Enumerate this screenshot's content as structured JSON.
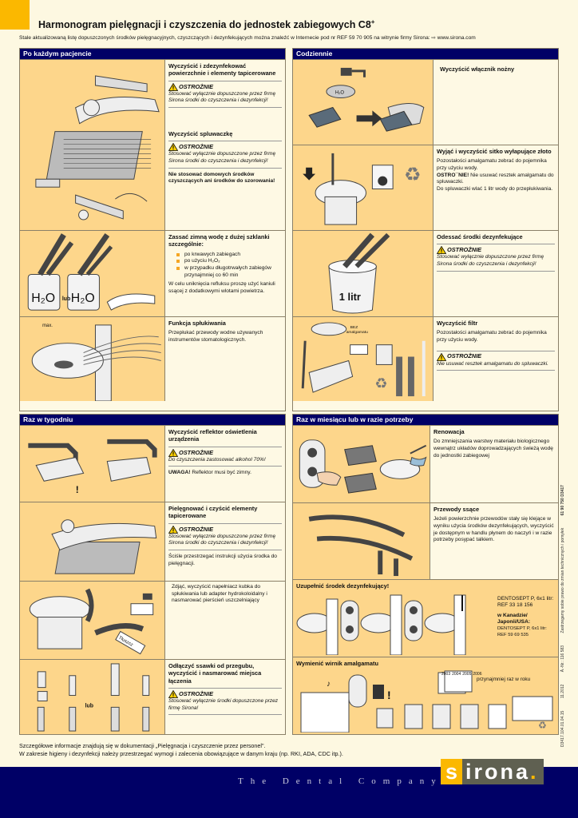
{
  "header": {
    "title": "Harmonogram pielęgnacji i czyszczenia  do jednostek zabiegowych C8",
    "title_sup": "+",
    "subtitle": "Stale aktualizowaną listę dopuszczonych środków pielęgnacyjnych, czyszczących i dezynfekujących można znaleźć w Internecie pod nr REF 59 70 905 na witrynie firmy Sirona: ⇨ www.sirona.com"
  },
  "caution_label": "OSTROŻNIE",
  "sections": {
    "after_patient": {
      "title": "Po każdym pacjencie",
      "items": [
        {
          "heading": "Wyczyścić i zdezynfekować powierzchnie i elementy tapicerowane",
          "caution": "Stosować wyłącznie dopuszczone przez firmę Sirona środki do czyszczenia i dezynfekcji!"
        },
        {
          "heading": "Wyczyścić spluwaczkę",
          "caution": "Stosować wyłącznie dopuszczone przez firmę Sirona środki do czyszczenia i dezynfekcji!",
          "note": "Nie stosować domowych środków czyszczących ani środków do szorowania!"
        },
        {
          "heading": "Zassać zimną wodę z dużej szklanki szczególnie:",
          "bullets": [
            "po krwawych zabiegach",
            "po użyciu H₂O₂",
            "w przypadku długotrwałych zabiegów przynajmniej co 60 min"
          ],
          "text": "W celu uniknięcia refluksu proszę użyć kaniuli ssącej z dodatkowymi wlotami powietrza.",
          "image_labels": {
            "left": "H₂O",
            "or": "lub",
            "right": "H₂O"
          }
        },
        {
          "heading": "Funkcja spłukiwania",
          "text": "Przepłukać przewody wodne używanych instrumentów stomatologicznych.",
          "image_labels": {
            "max": "max."
          }
        }
      ]
    },
    "daily": {
      "title": "Codziennie",
      "items": [
        {
          "heading": "Wyczyścić włącznik nożny",
          "image_labels": {
            "h2o": "H₂O"
          }
        },
        {
          "heading": "Wyjąć i wyczyścić sitko wyłapujące złoto",
          "text1": "Pozostałości amalgamatu zebrać do pojemnika przy użyciu wody.",
          "warn_bold": "OSTRO¯NIE!",
          "warn_text": " Nie usuwać resztek amalgamatu do spluwaczki.",
          "text2": "Do spluwaczki wlać 1 litr wody do przepłukiwania."
        },
        {
          "heading": "Odessać środki dezynfekujące",
          "caution": "Stosować wyłącznie dopuszczone przez firmę Sirona środki do czyszczenia i dezynfekcji!",
          "image_labels": {
            "volume": "1 litr"
          }
        },
        {
          "heading": "Wyczyścić filtr",
          "text": "Pozostałości amalgamatu zebrać do pojemnika przy użyciu wody.",
          "caution": "Nie usuwać resztek amalgamatu do spluwaczki.",
          "image_labels": {
            "bez": "BEZ",
            "amalgamatu": "amalgamatu"
          }
        }
      ]
    },
    "weekly": {
      "title": "Raz w tygodniu",
      "items": [
        {
          "heading": "Wyczyścić reflektor oświetlenia urządzenia",
          "caution": "Do czyszczenia zastosować alkohol 70%!",
          "note_bold": "UWAGA!",
          "note": " Reflektor musi być zimny."
        },
        {
          "heading": "Pielęgnować i czyścić elementy tapicerowane",
          "caution": "Stosować wyłącznie dopuszczone przez firmę Sirona środki do czyszczenia i dezynfekcji!",
          "text": "Ściśle przestrzegać instrukcji użycia środka do pielęgnacji."
        },
        {
          "text": "Zdjąć, wyczyścić napełniacz kubka do spłukiwania lub adapter hydrokoloidalny i nasmarować pierścień uszczelniający",
          "image_labels": {
            "grease": "Tłuszcz"
          }
        },
        {
          "heading": "Odłączyć ssawki od przegubu, wyczyścić i nasmarować miejsca łączenia",
          "caution": "Stosować wyłącznie środki dopuszczone przez firmę Sirona!",
          "image_labels": {
            "or": "lub"
          }
        }
      ]
    },
    "monthly": {
      "title": "Raz w miesiącu lub w razie potrzeby",
      "items": [
        {
          "heading": "Renowacja",
          "text": "Do zmniejszania warstwy materiału biologicznego wewnątrz układów doprowadzających świeżą wodę do jednostki zabiegowej"
        },
        {
          "heading": "Przewody ssące",
          "text": "Jeżeli powierzchnie przewodów stały się klejące w wyniku użycia środków dezynfekujących, wyczyścić je dostępnym w handlu płynem do naczyń i w razie potrzeby posypać talkiem."
        }
      ],
      "refill": {
        "heading": "Uzupełnić środek dezynfekujący!",
        "product": "DENTOSEPT P, 6x1 litr:",
        "ref": "REF 33 18 156",
        "region": "w Kanadzie/ Japonii/USA:",
        "product2": "DENTOSEPT P, 6x1 litr:",
        "ref2": "REF 59 69 535"
      },
      "amalgam": {
        "heading": "Wymienić wirnik amalgamatu",
        "note": "przynajmniej raz  w roku",
        "years": [
          "2003",
          "2004",
          "2005",
          "2006"
        ]
      }
    }
  },
  "footer": {
    "line1": "Szczegółowe informacje znajdują się w dokumentacji „Pielęgnacja i czyszczenie przez personel\".",
    "line2": "W zakresie higieny i dezynfekcji należy przestrzegać wymogi i zalecenia obowiązujące w danym kraju (np. RKI, ADA, CDC itp.).",
    "tagline": "The Dental Company",
    "logo_s": "s",
    "logo_rest": "irona",
    "logo_dot": "."
  },
  "side_info": [
    "D3417.104.01.04.15",
    "11.2012",
    "Ä.-Nr.: 116 583",
    "Zastrzegamy sobie prawo do zmian technicznych i pomyłek",
    "61 90 750 D3417"
  ],
  "colors": {
    "navy": "#000066",
    "accent": "#fbb800",
    "image_bg": "#fdd68b",
    "text_bg": "#fef9e4"
  }
}
